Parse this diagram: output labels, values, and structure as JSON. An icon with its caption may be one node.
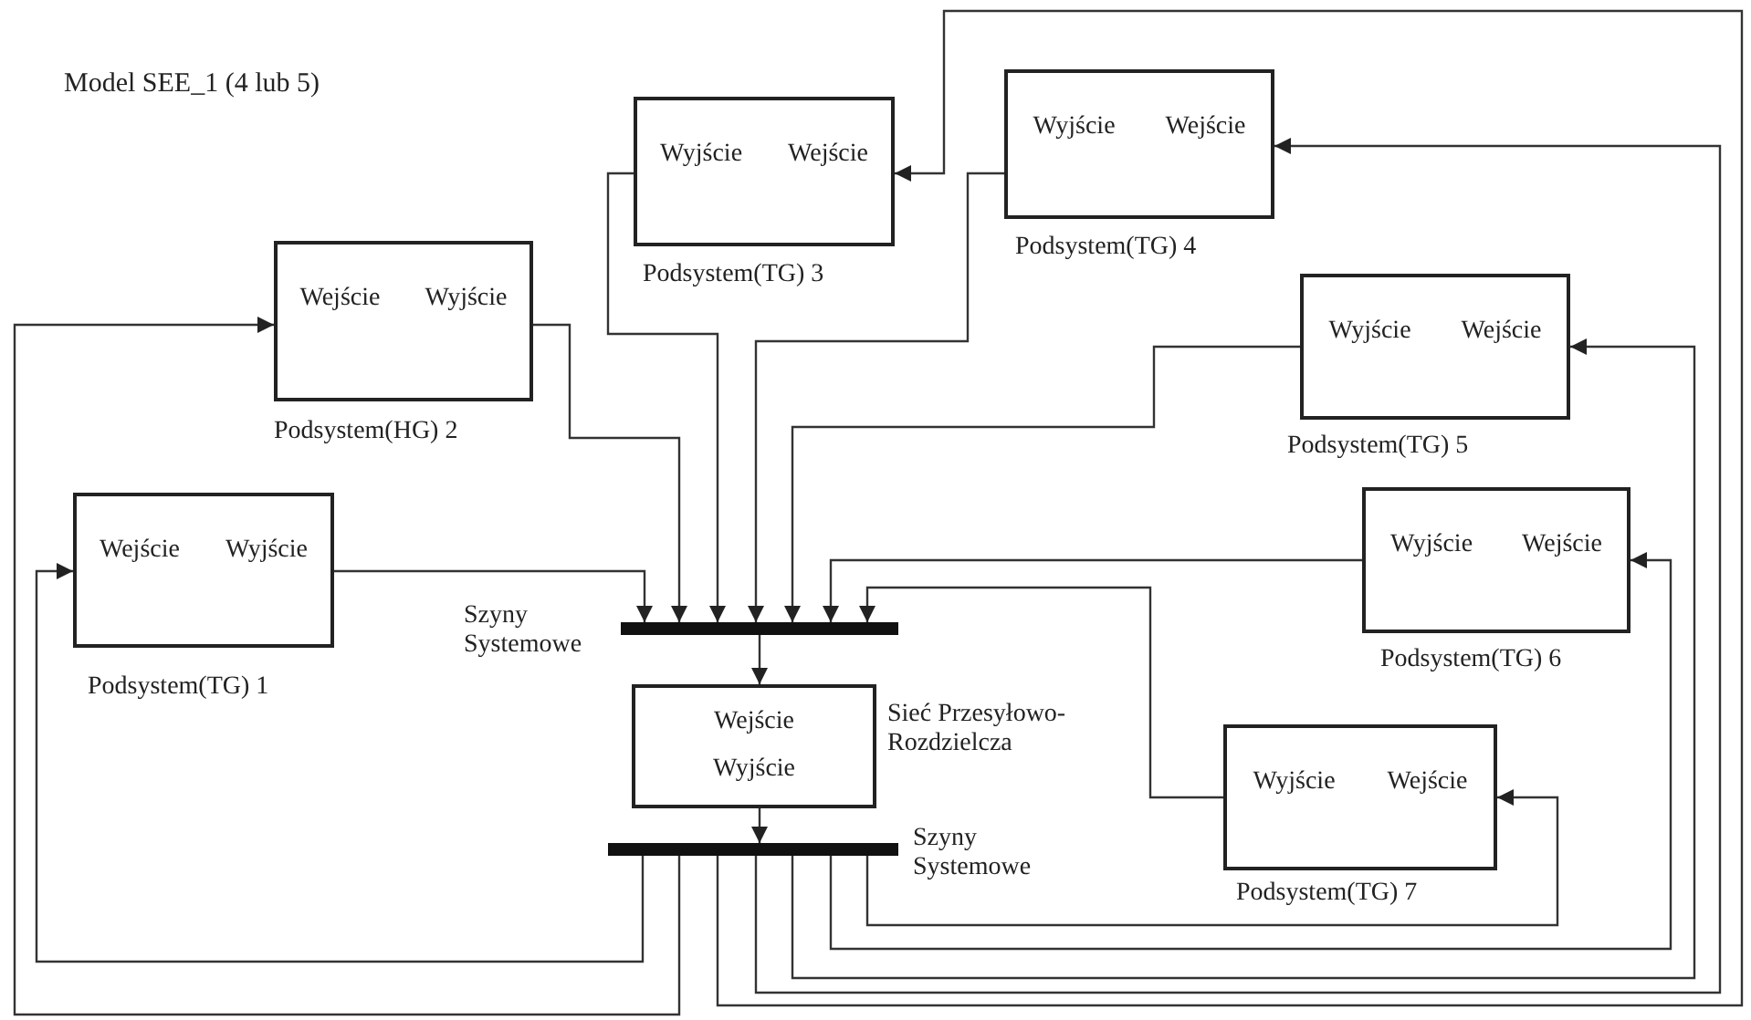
{
  "diagram": {
    "title": "Model SEE_1 (4 lub 5)",
    "nodes": [
      {
        "text": [
          "Wyjście",
          "Wejście"
        ],
        "beside": [
          "Podsystem(TG) 3"
        ]
      },
      {
        "text": [
          "Wyjście",
          "Wejście"
        ],
        "beside": [
          "Podsystem(TG) 4"
        ]
      },
      {
        "text": [
          "Wejście",
          "Wyjście"
        ],
        "beside": [
          "Podsystem(HG) 2"
        ]
      },
      {
        "text": [
          "Wyjście",
          "Wejście"
        ],
        "beside": [
          "Podsystem(TG) 5"
        ]
      },
      {
        "text": [
          "Wejście",
          "Wyjście"
        ],
        "beside": [
          "Podsystem(TG) 1"
        ]
      },
      {
        "text": [
          "Wyjście",
          "Wejście"
        ],
        "beside": [
          "Podsystem(TG) 6"
        ]
      },
      {
        "text": [],
        "shape": "bar",
        "beside": [
          "Szyny Systemowe"
        ]
      },
      {
        "text": [
          "Wejście",
          "Wyjście"
        ],
        "beside": [
          "Sieć Przesyłowo-Rozdzielcza"
        ]
      },
      {
        "text": [
          "Wyjście",
          "Wejście"
        ],
        "beside": [
          "Podsystem(TG) 7"
        ]
      },
      {
        "text": [],
        "shape": "bar",
        "beside": [
          "Szyny Systemowe"
        ]
      }
    ],
    "edges": [
      {
        "from": 4,
        "to": 6,
        "arrow": "to"
      },
      {
        "from": 2,
        "to": 6,
        "arrow": "to"
      },
      {
        "from": 0,
        "to": 6,
        "arrow": "to"
      },
      {
        "from": 1,
        "to": 6,
        "arrow": "to"
      },
      {
        "from": 3,
        "to": 6,
        "arrow": "to"
      },
      {
        "from": 5,
        "to": 6,
        "arrow": "to"
      },
      {
        "from": 8,
        "to": 6,
        "arrow": "to"
      },
      {
        "from": 6,
        "to": 7,
        "arrow": "to"
      },
      {
        "from": 7,
        "to": 9,
        "arrow": "to"
      },
      {
        "from": 9,
        "to": 4,
        "arrow": "to"
      },
      {
        "from": 9,
        "to": 2,
        "arrow": "to"
      },
      {
        "from": 9,
        "to": 0,
        "arrow": "to"
      },
      {
        "from": 9,
        "to": 1,
        "arrow": "to"
      },
      {
        "from": 9,
        "to": 3,
        "arrow": "to"
      },
      {
        "from": 9,
        "to": 5,
        "arrow": "to"
      },
      {
        "from": 9,
        "to": 8,
        "arrow": "to"
      }
    ]
  }
}
